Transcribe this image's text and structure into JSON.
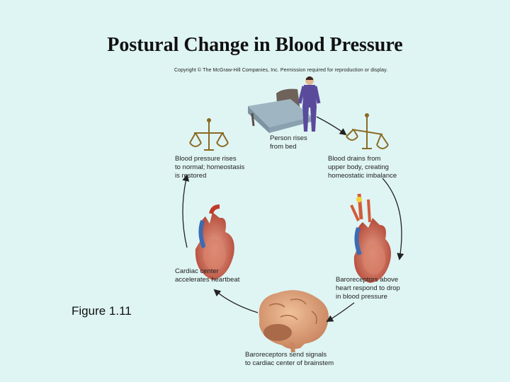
{
  "title": "Postural Change in Blood Pressure",
  "copyright": "Copyright © The McGraw-Hill Companies, Inc. Permission required for reproduction or display.",
  "figure_label": "Figure 1.11",
  "steps": {
    "rise": "Person rises\nfrom bed",
    "drain": "Blood drains from\nupper body, creating\nhomeostatic imbalance",
    "baroreceptors": "Baroreceptors above\nheart respond to drop\nin blood pressure",
    "signals": "Baroreceptors send signals\nto cardiac center of brainstem",
    "cardiac": "Cardiac center\naccelerates heartbeat",
    "restored": "Blood pressure rises\nto normal; homeostasis\nis restored"
  },
  "colors": {
    "background": "#dff5f3",
    "arrow": "#222222",
    "heart": "#c0504d",
    "brain": "#d9a07a"
  }
}
